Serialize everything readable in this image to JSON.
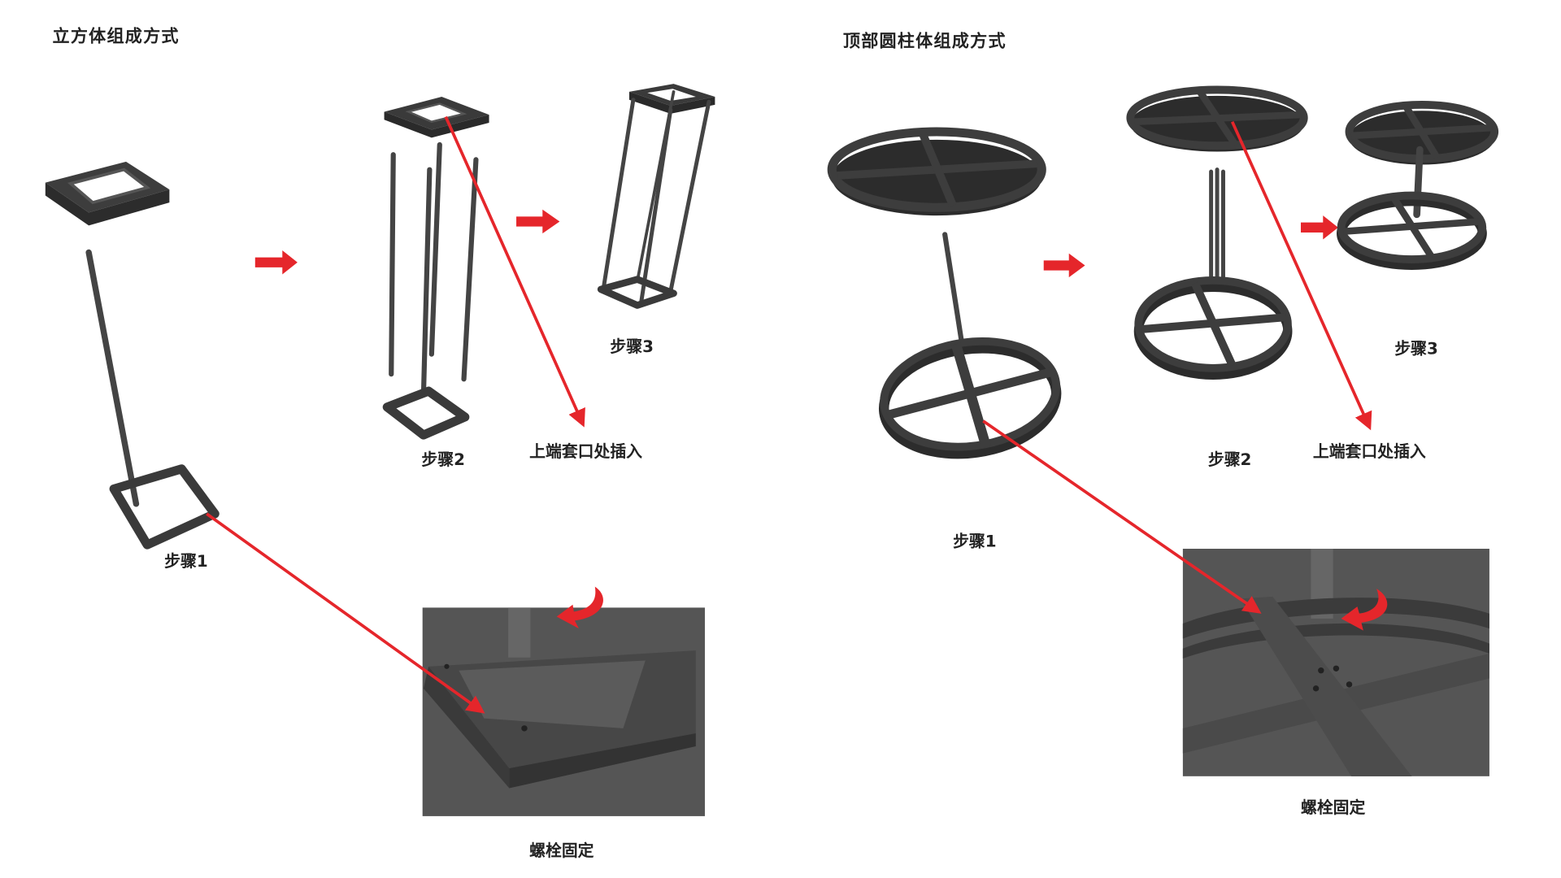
{
  "left_section": {
    "title": "立方体组成方式",
    "step1": "步骤1",
    "step2": "步骤2",
    "step3": "步骤3",
    "insert_note": "上端套口处插入",
    "bolt_note": "螺栓固定"
  },
  "right_section": {
    "title": "顶部圆柱体组成方式",
    "step1": "步骤1",
    "step2": "步骤2",
    "step3": "步骤3",
    "insert_note": "上端套口处插入",
    "bolt_note": "螺栓固定"
  },
  "colors": {
    "accent_red": "#e5262b",
    "frame": "#3a3a3a",
    "detail_bg": "#555555"
  }
}
